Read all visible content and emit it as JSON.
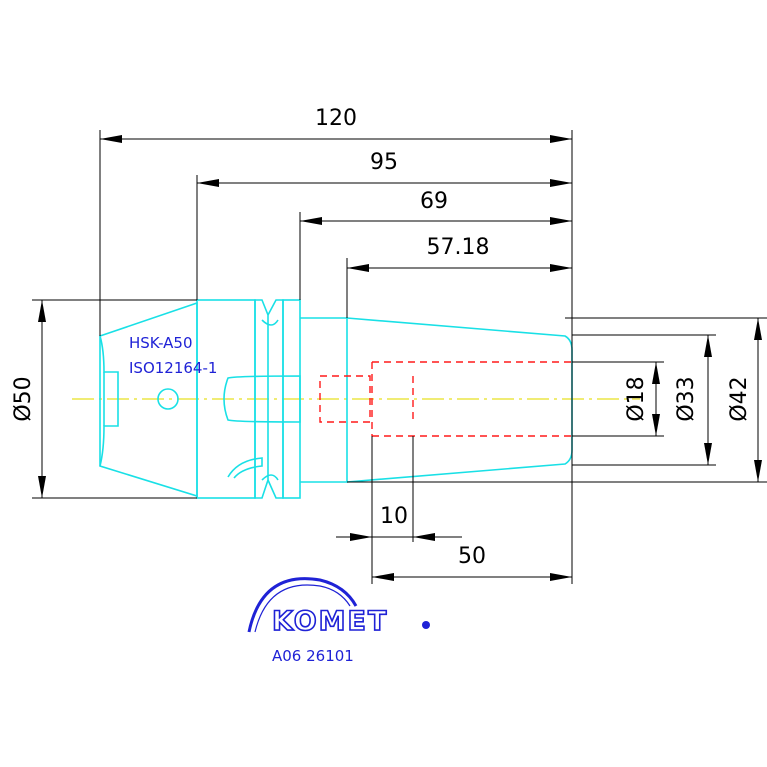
{
  "dimensions": {
    "len_120": "120",
    "len_95": "95",
    "len_69": "69",
    "len_5718": "57.18",
    "len_10": "10",
    "len_50": "50",
    "dia_50": "Ø50",
    "dia_18": "Ø18",
    "dia_33": "Ø33",
    "dia_42": "Ø42"
  },
  "labels": {
    "interface": "HSK-A50",
    "standard": "ISO12164-1",
    "part_number": "A06 26101"
  },
  "logo": {
    "brand": "KOMET"
  },
  "colors": {
    "outline": "#19e0e6",
    "hidden": "#ff1a1a",
    "centerline": "#e8e020",
    "text_blue": "#1f22d6",
    "dimension": "#000000"
  }
}
